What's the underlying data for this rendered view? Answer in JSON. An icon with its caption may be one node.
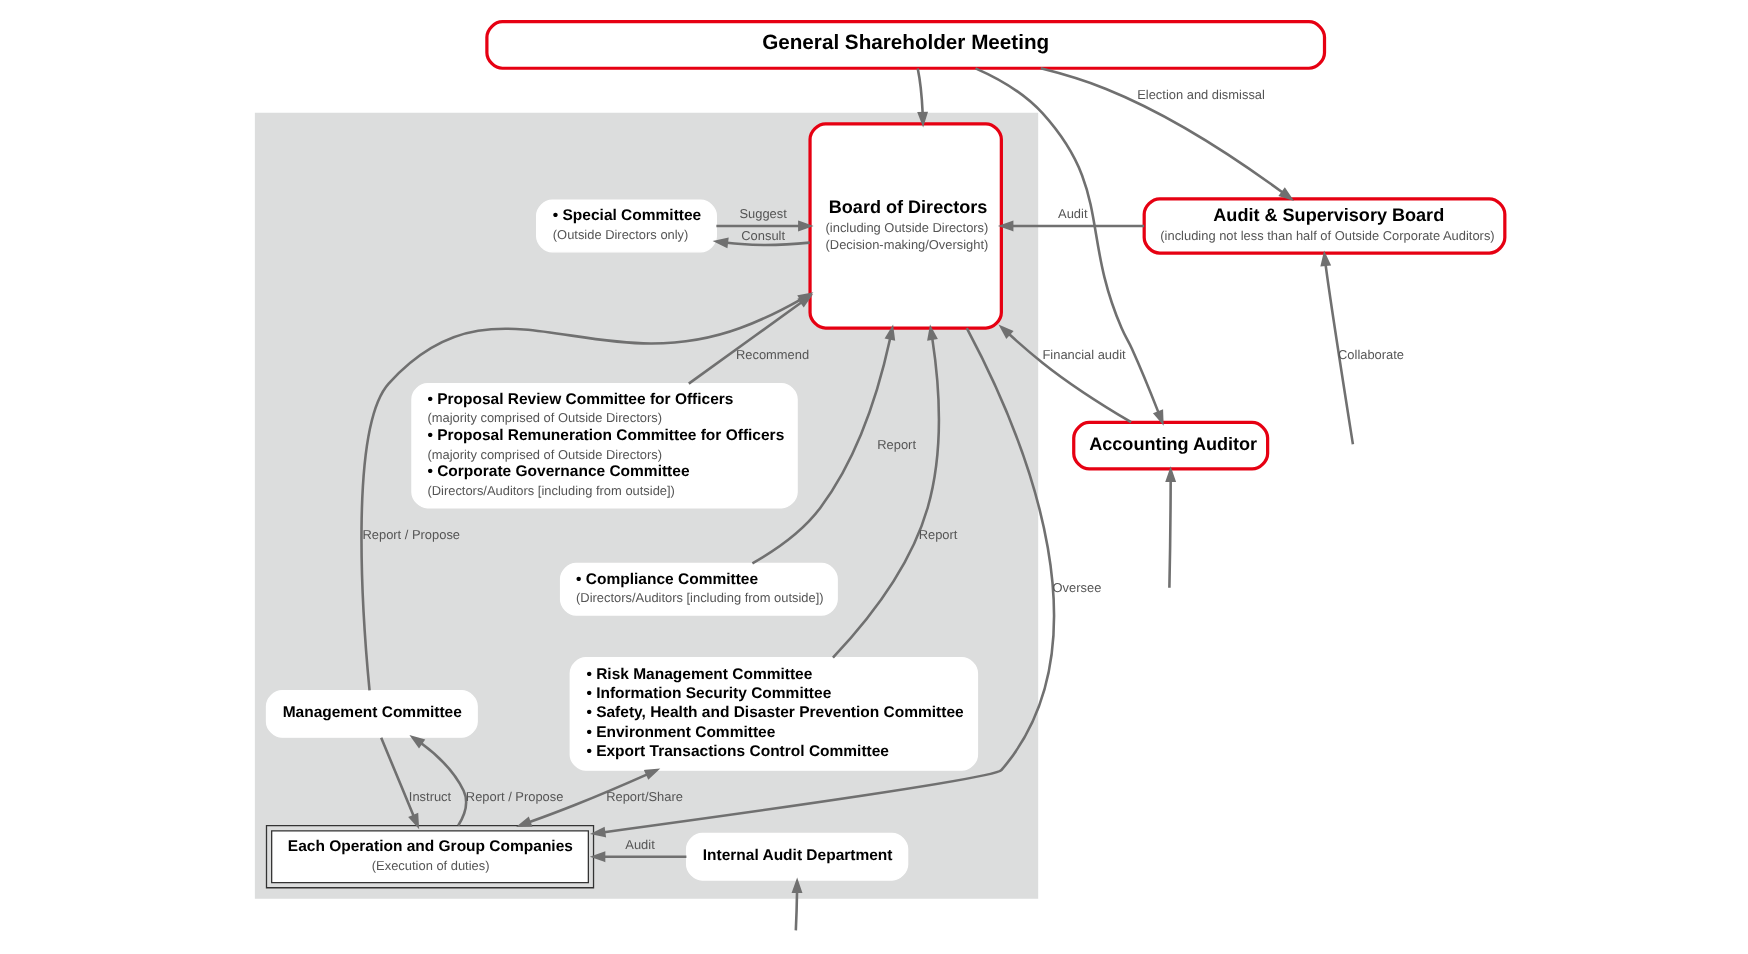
{
  "diagram": {
    "nodes": [
      {
        "text": [
          "General Shareholder Meeting"
        ]
      },
      {
        "text": [
          "Audit & Supervisory Board",
          "(including not less than half of Outside Corporate Auditors)"
        ]
      },
      {
        "text": [
          "Accounting Auditor"
        ]
      },
      {
        "text": [],
        "shape": "box"
      },
      {
        "text": [
          "Board of Directors",
          "(including Outside Directors)",
          "(Decision-making/Oversight)"
        ],
        "in": 3
      },
      {
        "text": [
          "• Special Committee",
          "(Outside Directors only)"
        ],
        "in": 3
      },
      {
        "text": [
          "• Proposal Review Committee for Officers",
          "(majority comprised of Outside Directors)",
          "• Proposal Remuneration Committee for Officers",
          "(majority comprised of Outside Directors)",
          "• Corporate Governance Committee",
          "(Directors/Auditors [including from outside])"
        ],
        "in": 3
      },
      {
        "text": [
          "• Compliance Committee",
          "(Directors/Auditors [including from outside])"
        ],
        "in": 3
      },
      {
        "text": [
          "• Risk Management Committee",
          "• Information Security Committee",
          "• Safety, Health and Disaster Prevention Committee",
          "• Environment Committee",
          "• Export Transactions Control Committee"
        ],
        "in": 3
      },
      {
        "text": [
          "Management Committee"
        ],
        "in": 3
      },
      {
        "text": [
          "Each Operation and Group Companies",
          "(Execution of duties)"
        ],
        "in": 3
      },
      {
        "text": [
          "Internal Audit Department"
        ],
        "in": 3
      }
    ],
    "edges": [
      {
        "from": 0,
        "to": 1,
        "arrow": "to",
        "label": "Election and dismissal"
      },
      {
        "from": 0,
        "to": 4,
        "arrow": "to"
      },
      {
        "from": 0,
        "to": 2,
        "arrow": "to"
      },
      {
        "from": 1,
        "to": 4,
        "arrow": "to",
        "label": "Audit"
      },
      {
        "from": 2,
        "to": 4,
        "arrow": "to",
        "label": "Financial audit"
      },
      {
        "from": 4,
        "to": 5,
        "arrow": "to",
        "label": "Consult"
      },
      {
        "from": 5,
        "to": 4,
        "arrow": "to",
        "label": "Suggest"
      },
      {
        "from": 6,
        "to": 4,
        "arrow": "to",
        "label": "Recommend"
      },
      {
        "from": 7,
        "to": 4,
        "arrow": "to",
        "label": "Report"
      },
      {
        "from": 8,
        "to": 4,
        "arrow": "to",
        "label": "Report"
      },
      {
        "from": 4,
        "to": 10,
        "arrow": "to",
        "label": "Oversee"
      },
      {
        "from": 9,
        "to": 4,
        "arrow": "to",
        "label": "Report / Propose"
      },
      {
        "from": 9,
        "to": 10,
        "arrow": "to",
        "label": "Instruct"
      },
      {
        "from": 10,
        "to": 9,
        "arrow": "to",
        "label": "Report / Propose"
      },
      {
        "from": 10,
        "to": 8,
        "arrow": "both",
        "label": "Report/Share"
      },
      {
        "from": 11,
        "to": 10,
        "arrow": "to",
        "label": "Audit"
      },
      {
        "from": null,
        "to": 1,
        "arrow": "to",
        "label": "Collaborate"
      },
      {
        "from": null,
        "to": 2,
        "arrow": "to"
      },
      {
        "from": null,
        "to": 11,
        "arrow": "to"
      }
    ]
  }
}
